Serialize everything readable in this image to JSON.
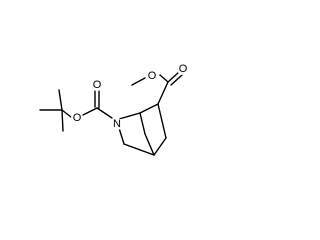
{
  "molecule": {
    "atoms": [
      {
        "id": "o-carbonyl-ester",
        "label": "O"
      },
      {
        "id": "o-ether-ester",
        "label": "O"
      },
      {
        "id": "o-carbonyl-boc",
        "label": "O"
      },
      {
        "id": "o-ether-boc",
        "label": "O"
      },
      {
        "id": "n-ring",
        "label": "N"
      }
    ],
    "colors": {
      "bond": "#000000",
      "label": "#000000",
      "background": "#ffffff"
    }
  }
}
